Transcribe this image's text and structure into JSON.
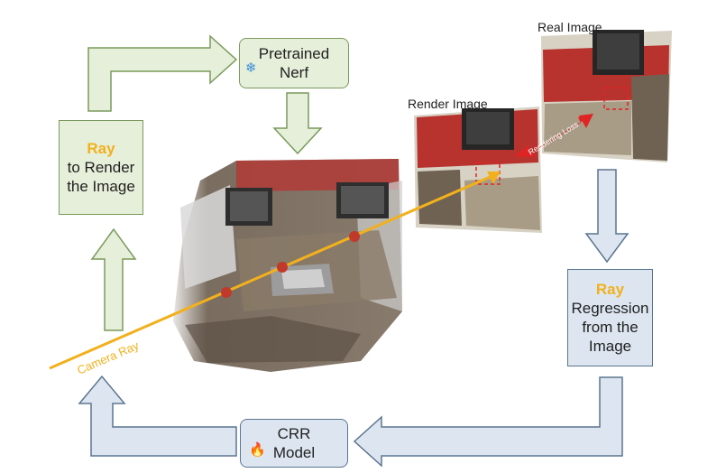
{
  "pretrained": {
    "line1": "Pretrained",
    "line2": "Nerf",
    "icon": "snowflake-icon"
  },
  "ray_render": {
    "ray": "Ray",
    "line1": "to Render",
    "line2": "the Image"
  },
  "ray_regression": {
    "ray": "Ray",
    "line1": "Regression",
    "line2": "from the",
    "line3": "Image"
  },
  "crr": {
    "line1": "CRR",
    "line2": "Model",
    "icon": "fire-icon"
  },
  "labels": {
    "render_image": "Render Image",
    "real_image": "Real Image",
    "rendering_loss": "Rendering Loss",
    "camera_ray": "Camera Ray"
  },
  "colors": {
    "green_fill": "#e6efd9",
    "green_stroke": "#7a9a5c",
    "blue_fill": "#dde6f0",
    "blue_stroke": "#5b7590",
    "ray": "#f2b01d",
    "ray_point": "#c0392b",
    "loss_arrow": "#e02424"
  }
}
